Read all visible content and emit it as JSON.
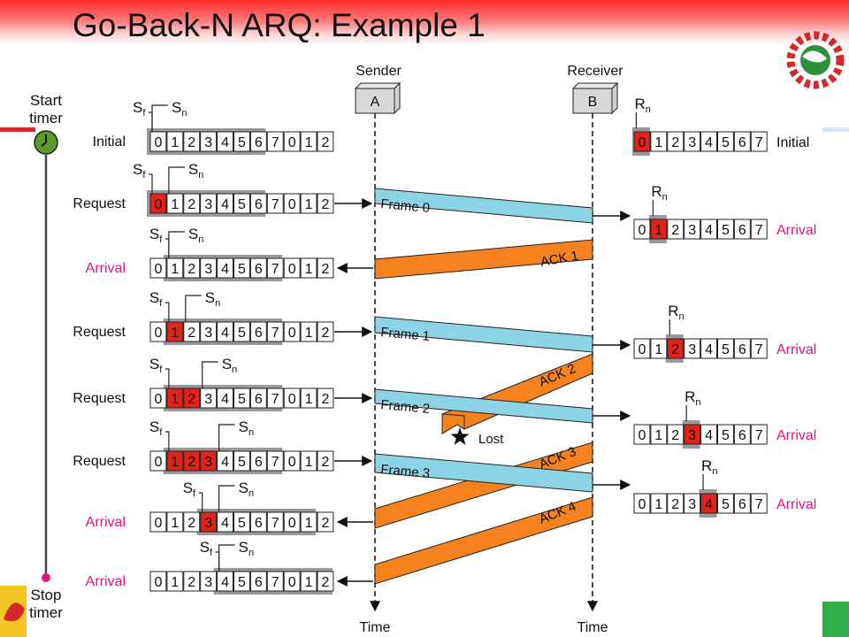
{
  "title": "Go-Back-N ARQ: Example 1",
  "colors": {
    "frame_bar": "#8dd3e6",
    "ack_bar": "#f5821f",
    "highlight": "#e32219",
    "window": "#999999",
    "arrival_text": "#e0157a",
    "timer_circle": "#5a9a2a",
    "stop_dot": "#e0157a"
  },
  "timer": {
    "start_label_1": "Start",
    "start_label_2": "timer",
    "stop_label_1": "Stop",
    "stop_label_2": "timer"
  },
  "sender": {
    "label": "Sender",
    "box": "A",
    "time_label": "Time"
  },
  "receiver": {
    "label": "Receiver",
    "box": "B",
    "time_label": "Time"
  },
  "pointer_labels": {
    "sf": "S",
    "sf_sub": "f",
    "sn": "S",
    "sn_sub": "n",
    "rn": "R",
    "rn_sub": "n"
  },
  "sender_cells": [
    "0",
    "1",
    "2",
    "3",
    "4",
    "5",
    "6",
    "7",
    "0",
    "1",
    "2"
  ],
  "receiver_cells": [
    "0",
    "1",
    "2",
    "3",
    "4",
    "5",
    "6",
    "7"
  ],
  "sender_rows": [
    {
      "label": "Initial",
      "event": "plain",
      "sf": 0,
      "sn": 0,
      "outstanding": []
    },
    {
      "label": "Request",
      "event": "plain",
      "sf": 0,
      "sn": 1,
      "outstanding": [
        0
      ]
    },
    {
      "label": "Arrival",
      "event": "arrival",
      "sf": 1,
      "sn": 1,
      "outstanding": []
    },
    {
      "label": "Request",
      "event": "plain",
      "sf": 1,
      "sn": 2,
      "outstanding": [
        1
      ]
    },
    {
      "label": "Request",
      "event": "plain",
      "sf": 1,
      "sn": 3,
      "outstanding": [
        1,
        2
      ]
    },
    {
      "label": "Request",
      "event": "plain",
      "sf": 1,
      "sn": 4,
      "outstanding": [
        1,
        2,
        3
      ]
    },
    {
      "label": "Arrival",
      "event": "arrival",
      "sf": 3,
      "sn": 4,
      "outstanding": [
        3
      ]
    },
    {
      "label": "Arrival",
      "event": "arrival",
      "sf": 4,
      "sn": 4,
      "outstanding": []
    }
  ],
  "receiver_rows": [
    {
      "label": "Initial",
      "event": "plain",
      "rn": 0
    },
    {
      "label": "Arrival",
      "event": "arrival",
      "rn": 1
    },
    {
      "label": "Arrival",
      "event": "arrival",
      "rn": 2
    },
    {
      "label": "Arrival",
      "event": "arrival",
      "rn": 3
    },
    {
      "label": "Arrival",
      "event": "arrival",
      "rn": 4
    }
  ],
  "messages": [
    {
      "label": "Frame 0",
      "kind": "frame",
      "direction": "to-receiver",
      "lost": false
    },
    {
      "label": "ACK 1",
      "kind": "ack",
      "direction": "to-sender",
      "lost": false
    },
    {
      "label": "Frame 1",
      "kind": "frame",
      "direction": "to-receiver",
      "lost": false
    },
    {
      "label": "ACK 2",
      "kind": "ack",
      "direction": "to-sender",
      "lost": true
    },
    {
      "label": "Frame 2",
      "kind": "frame",
      "direction": "to-receiver",
      "lost": false
    },
    {
      "label": "ACK 3",
      "kind": "ack",
      "direction": "to-sender",
      "lost": false
    },
    {
      "label": "Frame 3",
      "kind": "frame",
      "direction": "to-receiver",
      "lost": false
    },
    {
      "label": "ACK 4",
      "kind": "ack",
      "direction": "to-sender",
      "lost": false
    }
  ],
  "lost_label": "Lost"
}
